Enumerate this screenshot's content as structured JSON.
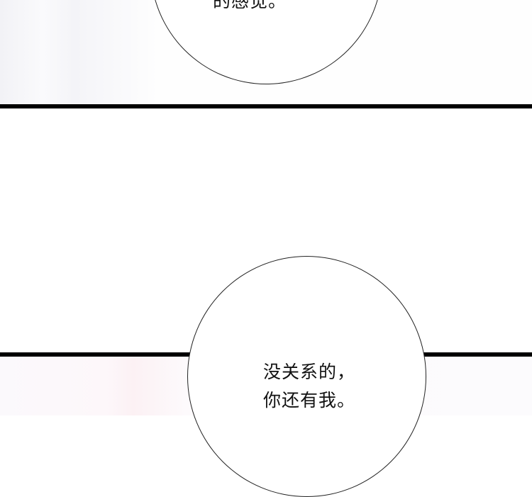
{
  "panels": [
    {
      "bubble_text": [
        "的感觉。"
      ]
    },
    {
      "bubble_text": [
        "没关系的，",
        "你还有我。"
      ]
    }
  ],
  "colors": {
    "border": "#000000",
    "bubble_outline": "#222222",
    "text": "#111111"
  }
}
